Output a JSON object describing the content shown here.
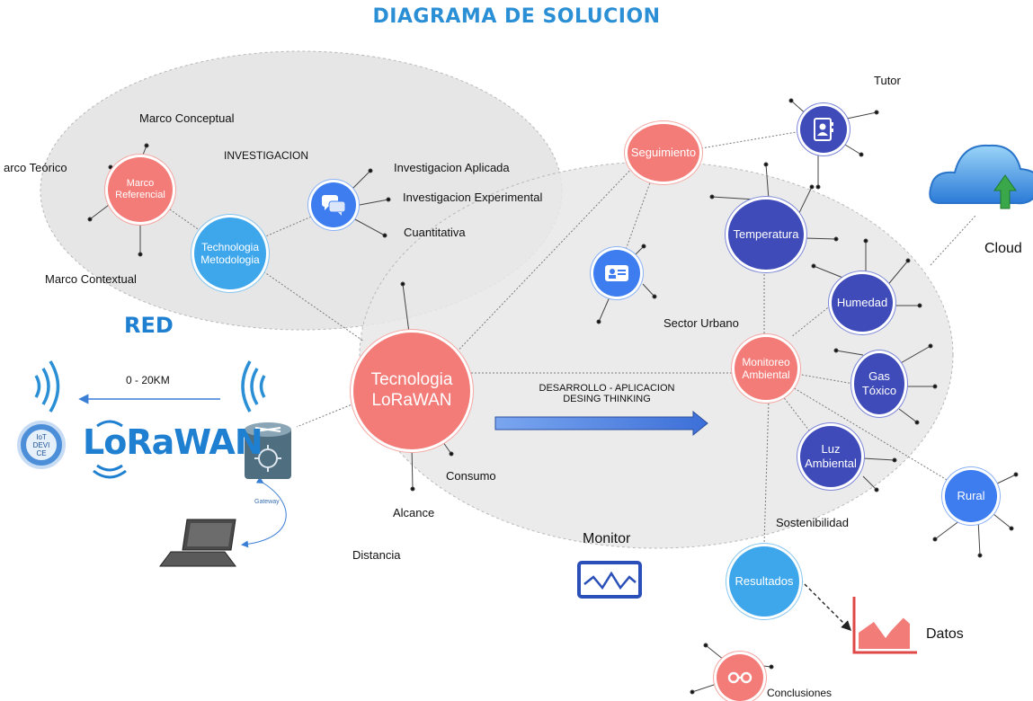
{
  "title": "DIAGRAMA DE SOLUCION",
  "red_label": "RED",
  "investigacion": {
    "section_label": "INVESTIGACION",
    "marco_referencial": "Marco Referencial",
    "metodologia": "Technologia Metodologia",
    "marco_conceptual": "Marco Conceptual",
    "marco_teorico": "arco Teórico",
    "marco_contextual": "Marco Contextual",
    "inv_aplicada": "Investigacion Aplicada",
    "inv_experimental": "Investigacion Experimental",
    "cuantitativa": "Cuantitativa"
  },
  "center": {
    "lorawan_node": "Tecnologia LoRaWAN",
    "consumo": "Consumo",
    "alcance": "Alcance",
    "distancia": "Distancia",
    "arrow_line1": "DESARROLLO - APLICACION",
    "arrow_line2": "DESING THINKING",
    "monitor": "Monitor"
  },
  "network": {
    "range": "0 - 20KM",
    "iot_device": "IoT DEVI CE",
    "lorawan_logo": "LoRaWAN",
    "gateway": "Gateway"
  },
  "right": {
    "seguimiento": "Seguimiento",
    "tutor": "Tutor",
    "cloud": "Cloud",
    "temperatura": "Temperatura",
    "humedad": "Humedad",
    "monitoreo": "Monitoreo Ambiental",
    "gas": "Gas Tóxico",
    "luz": "Luz Ambiental",
    "rural": "Rural",
    "sector_urbano": "Sector Urbano",
    "sostenibilidad": "Sostenibilidad",
    "resultados": "Resultados",
    "datos": "Datos",
    "conclusiones": "Conclusiones"
  },
  "colors": {
    "salmon": "#f37c78",
    "navy": "#3f4bb8",
    "sky": "#3ea7ec",
    "royal": "#3d7df0",
    "title_blue": "#2b8fd6",
    "ellipse_gray": "#e6e6e6"
  }
}
